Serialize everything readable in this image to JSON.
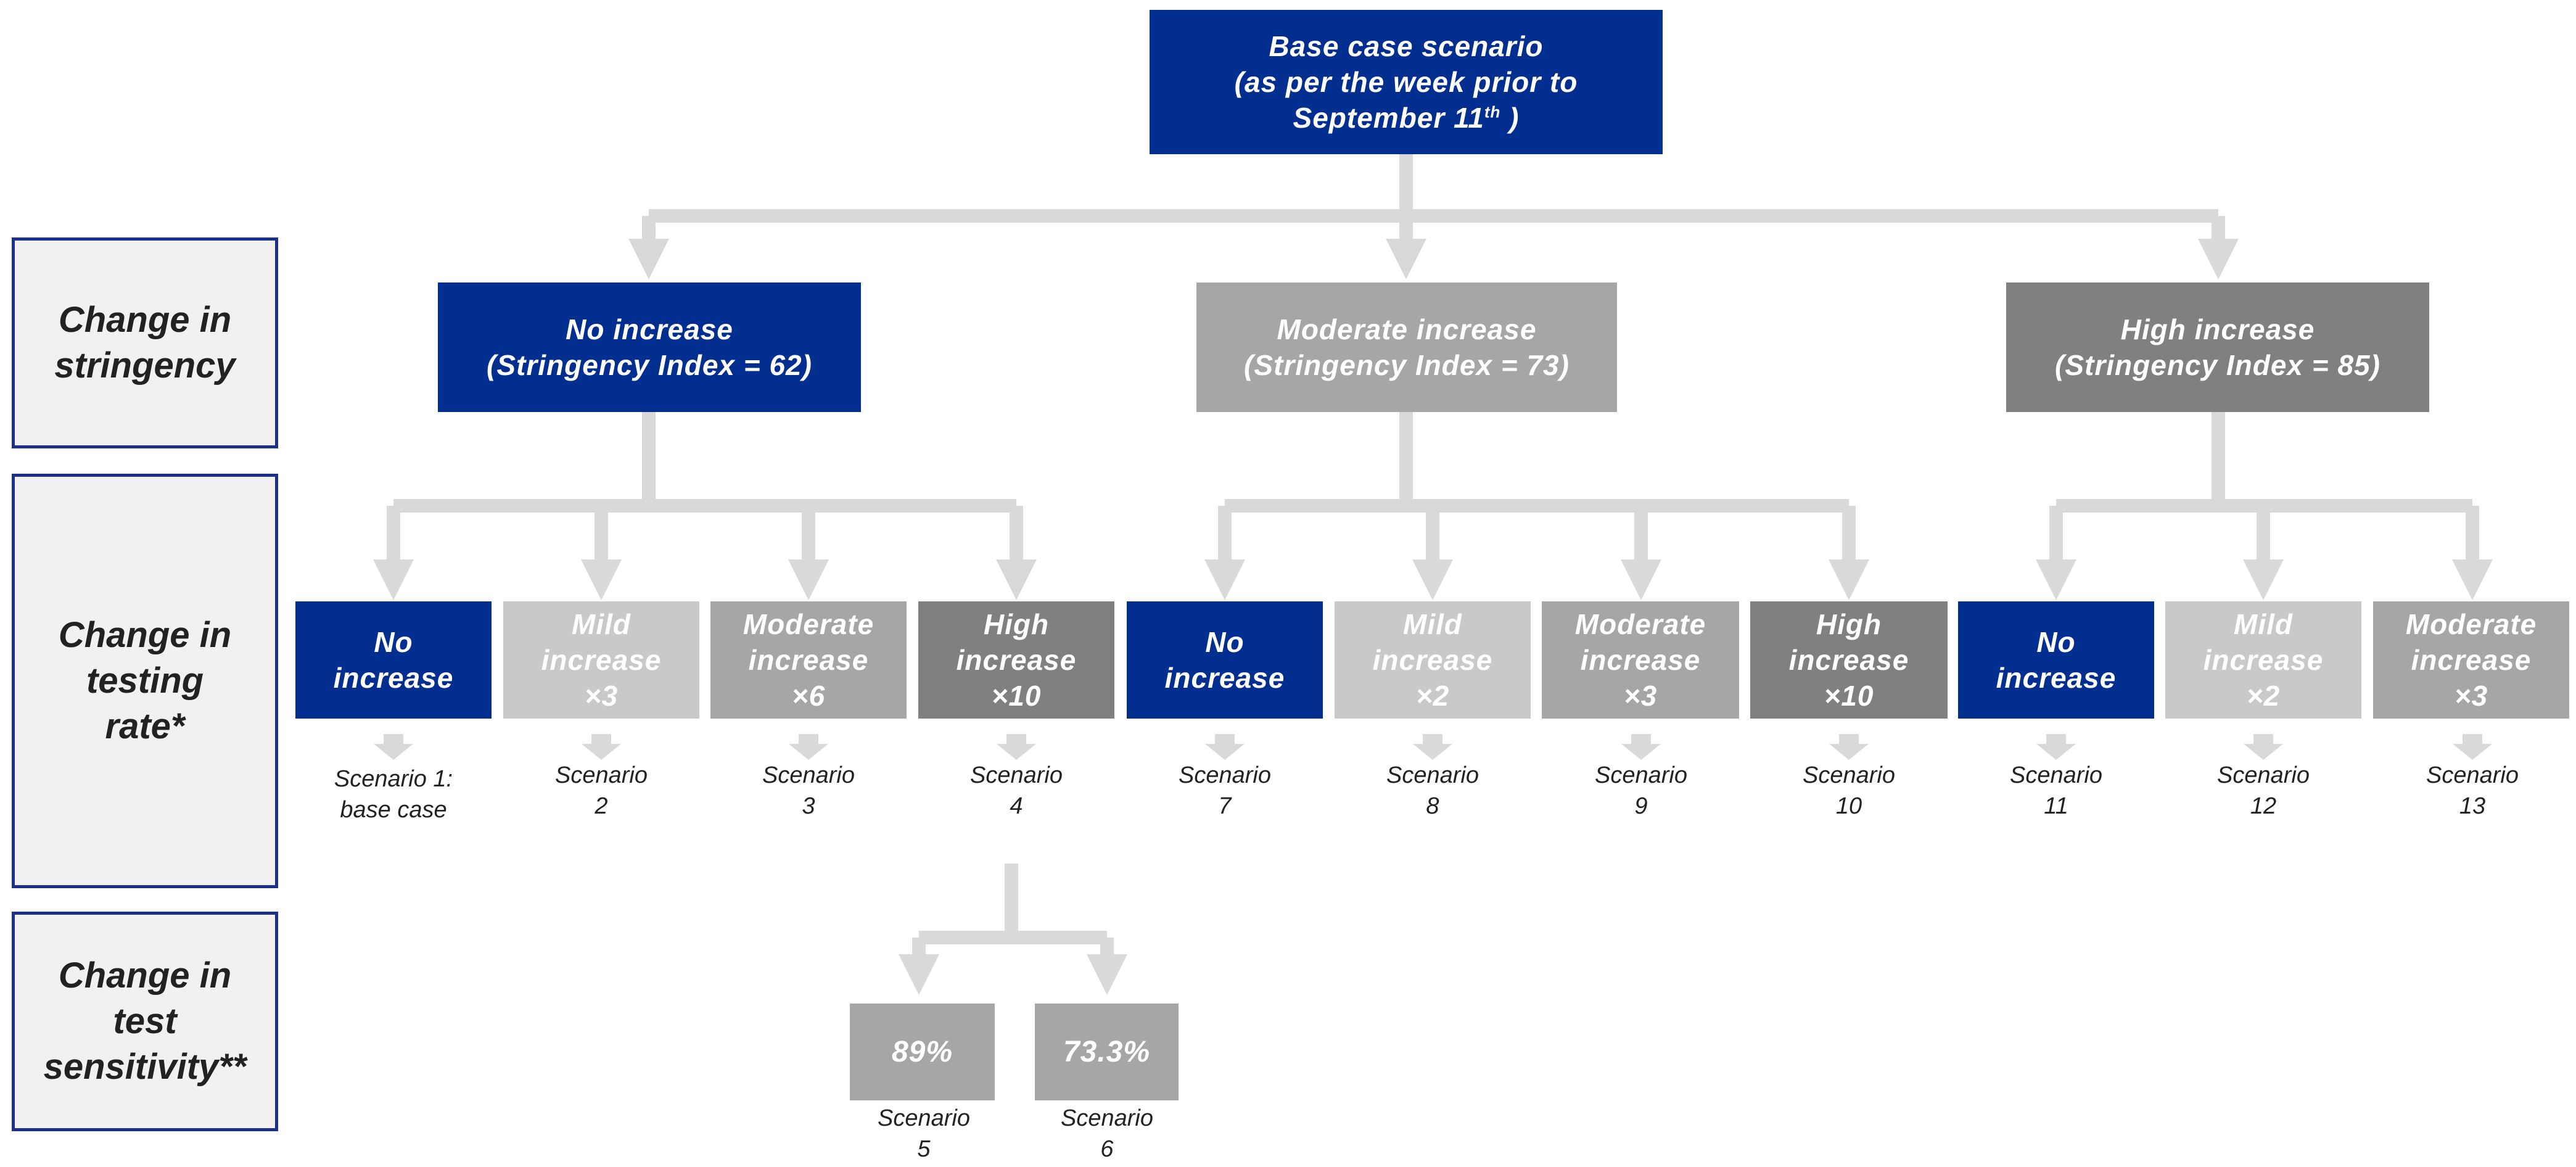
{
  "row_labels": [
    {
      "lines": [
        "Change in",
        "stringency"
      ]
    },
    {
      "lines": [
        "Change in",
        "testing",
        "rate*"
      ]
    },
    {
      "lines": [
        "Change in",
        "test",
        "sensitivity**"
      ]
    }
  ],
  "root": {
    "line1": "Base case scenario",
    "line2": "(as per the week prior to",
    "line3_main": "September 11",
    "line3_sup": "th",
    "line3_end": " )"
  },
  "stringency": [
    {
      "title": "No increase",
      "index": "(Stringency Index = 62)"
    },
    {
      "title": "Moderate increase",
      "index": "(Stringency Index = 73)"
    },
    {
      "title": "High increase",
      "index": "(Stringency Index = 85)"
    }
  ],
  "testing": [
    {
      "lines": [
        "No",
        "increase"
      ],
      "scenario": [
        "Scenario 1:",
        "base case"
      ]
    },
    {
      "lines": [
        "Mild",
        "increase",
        "×3"
      ],
      "scenario": [
        "Scenario",
        "2"
      ]
    },
    {
      "lines": [
        "Moderate",
        "increase",
        "×6"
      ],
      "scenario": [
        "Scenario",
        "3"
      ]
    },
    {
      "lines": [
        "High",
        "increase",
        "×10"
      ],
      "scenario": [
        "Scenario",
        "4"
      ]
    },
    {
      "lines": [
        "No",
        "increase"
      ],
      "scenario": [
        "Scenario",
        "7"
      ]
    },
    {
      "lines": [
        "Mild",
        "increase",
        "×2"
      ],
      "scenario": [
        "Scenario",
        "8"
      ]
    },
    {
      "lines": [
        "Moderate",
        "increase",
        "×3"
      ],
      "scenario": [
        "Scenario",
        "9"
      ]
    },
    {
      "lines": [
        "High",
        "increase",
        "×10"
      ],
      "scenario": [
        "Scenario",
        "10"
      ]
    },
    {
      "lines": [
        "No",
        "increase"
      ],
      "scenario": [
        "Scenario",
        "11"
      ]
    },
    {
      "lines": [
        "Mild",
        "increase",
        "×2"
      ],
      "scenario": [
        "Scenario",
        "12"
      ]
    },
    {
      "lines": [
        "Moderate",
        "increase",
        "×3"
      ],
      "scenario": [
        "Scenario",
        "13"
      ]
    }
  ],
  "sensitivity": [
    {
      "value": "89%",
      "scenario": [
        "Scenario",
        "5"
      ]
    },
    {
      "value": "73.3%",
      "scenario": [
        "Scenario",
        "6"
      ]
    }
  ],
  "colors": {
    "navy": "#022f8f",
    "light_gray": "#c9c9c9",
    "medium_gray": "#a6a6a6",
    "dark_gray": "#808080",
    "connector": "#d9d9d9",
    "label_border": "#1c2f8c",
    "label_fill": "#f1f1f2"
  }
}
